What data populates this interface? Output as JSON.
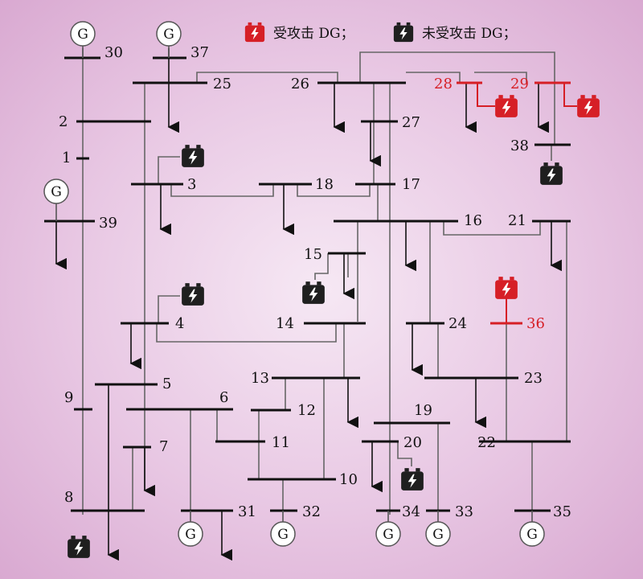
{
  "legend": {
    "attacked_label": "受攻击 DG；",
    "normal_label": "未受攻击 DG；",
    "attacked_color": "#d61f26",
    "normal_color": "#1f1f1f"
  },
  "generator_symbol": "G",
  "highlight_color": "#d61f26",
  "buses": [
    {
      "id": "30",
      "label": "30",
      "attacked": false
    },
    {
      "id": "37",
      "label": "37",
      "attacked": false
    },
    {
      "id": "25",
      "label": "25",
      "attacked": false
    },
    {
      "id": "26",
      "label": "26",
      "attacked": false
    },
    {
      "id": "28",
      "label": "28",
      "attacked": true
    },
    {
      "id": "29",
      "label": "29",
      "attacked": true
    },
    {
      "id": "2",
      "label": "2",
      "attacked": false
    },
    {
      "id": "27",
      "label": "27",
      "attacked": false
    },
    {
      "id": "1",
      "label": "1",
      "attacked": false
    },
    {
      "id": "38",
      "label": "38",
      "attacked": false
    },
    {
      "id": "3",
      "label": "3",
      "attacked": false
    },
    {
      "id": "18",
      "label": "18",
      "attacked": false
    },
    {
      "id": "17",
      "label": "17",
      "attacked": false
    },
    {
      "id": "39",
      "label": "39",
      "attacked": false
    },
    {
      "id": "16",
      "label": "16",
      "attacked": false
    },
    {
      "id": "21",
      "label": "21",
      "attacked": false
    },
    {
      "id": "15",
      "label": "15",
      "attacked": false
    },
    {
      "id": "4",
      "label": "4",
      "attacked": false
    },
    {
      "id": "14",
      "label": "14",
      "attacked": false
    },
    {
      "id": "24",
      "label": "24",
      "attacked": false
    },
    {
      "id": "36",
      "label": "36",
      "attacked": true
    },
    {
      "id": "13",
      "label": "13",
      "attacked": false
    },
    {
      "id": "23",
      "label": "23",
      "attacked": false
    },
    {
      "id": "5",
      "label": "5",
      "attacked": false
    },
    {
      "id": "9",
      "label": "9",
      "attacked": false
    },
    {
      "id": "6",
      "label": "6",
      "attacked": false
    },
    {
      "id": "12",
      "label": "12",
      "attacked": false
    },
    {
      "id": "19",
      "label": "19",
      "attacked": false
    },
    {
      "id": "11",
      "label": "11",
      "attacked": false
    },
    {
      "id": "20",
      "label": "20",
      "attacked": false
    },
    {
      "id": "22",
      "label": "22",
      "attacked": false
    },
    {
      "id": "7",
      "label": "7",
      "attacked": false
    },
    {
      "id": "10",
      "label": "10",
      "attacked": false
    },
    {
      "id": "8",
      "label": "8",
      "attacked": false
    },
    {
      "id": "31",
      "label": "31",
      "attacked": false
    },
    {
      "id": "32",
      "label": "32",
      "attacked": false
    },
    {
      "id": "34",
      "label": "34",
      "attacked": false
    },
    {
      "id": "33",
      "label": "33",
      "attacked": false
    },
    {
      "id": "35",
      "label": "35",
      "attacked": false
    }
  ]
}
